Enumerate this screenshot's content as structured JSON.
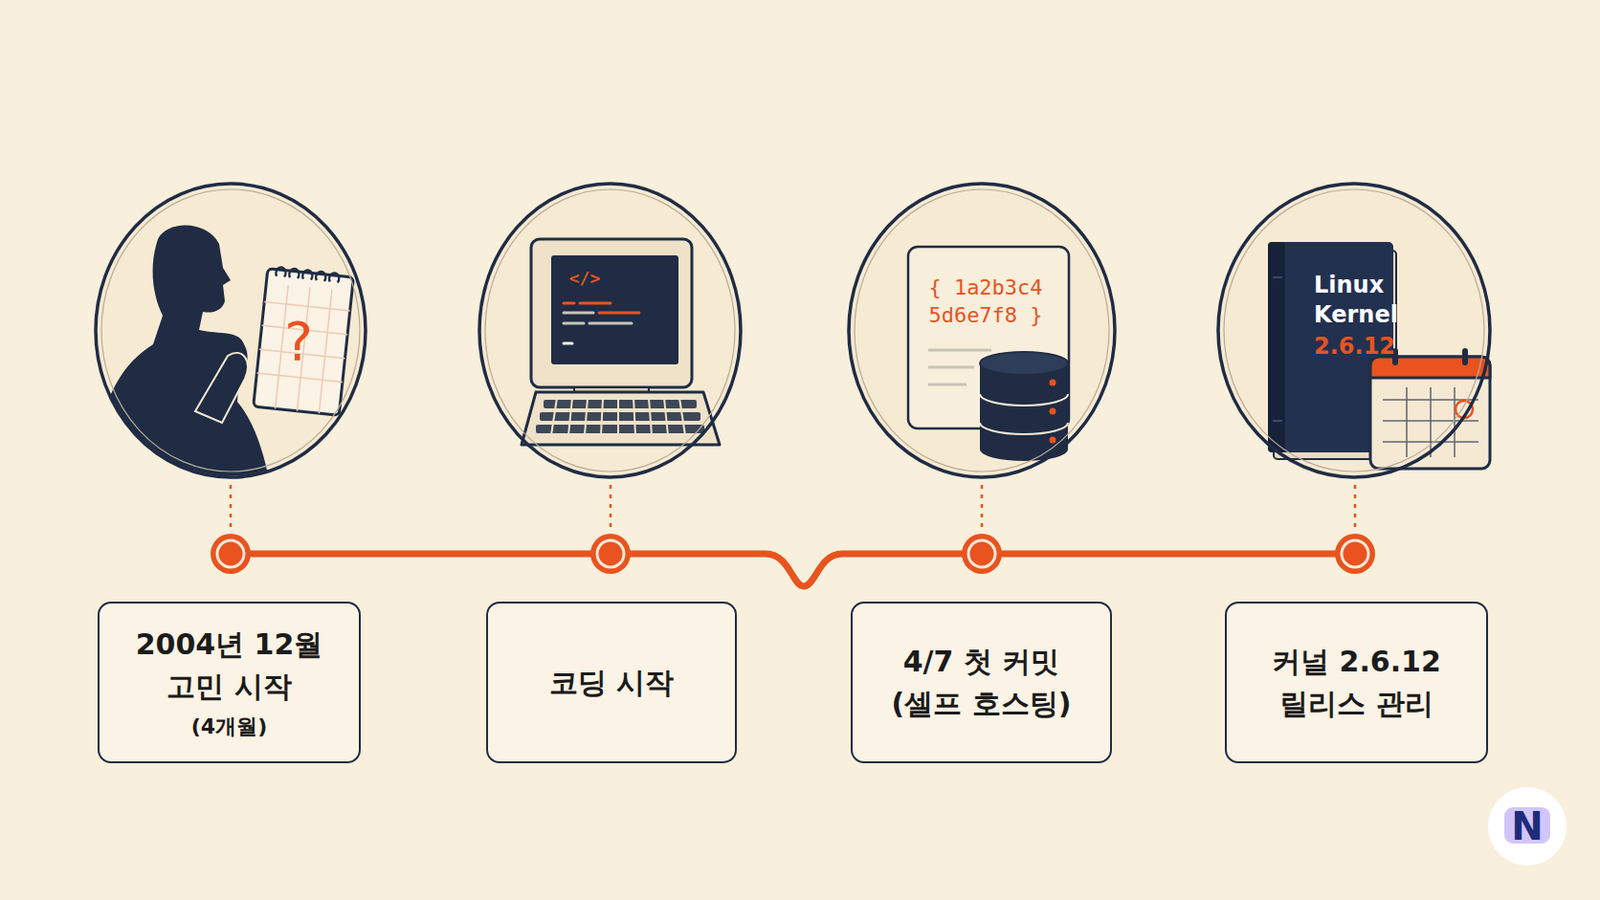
{
  "diagram": {
    "nodes": [
      {
        "text": [
          "?"
        ]
      },
      {
        "text": [
          "</>"
        ]
      },
      {
        "text": [
          "{ 1a2b3c4 5d6e7f8 }"
        ]
      },
      {
        "text": [
          "Linux Kernel",
          "2.6.12"
        ]
      },
      {
        "text": [
          "2004년 12월 고민 시작",
          "(4개월)"
        ]
      },
      {
        "text": [
          "코딩 시작"
        ]
      },
      {
        "text": [
          "4/7 첫 커밋 (셀프 호스팅)"
        ]
      },
      {
        "text": [
          "커널 2.6.12 릴리스 관리"
        ]
      }
    ],
    "labels": [
      "N"
    ]
  }
}
